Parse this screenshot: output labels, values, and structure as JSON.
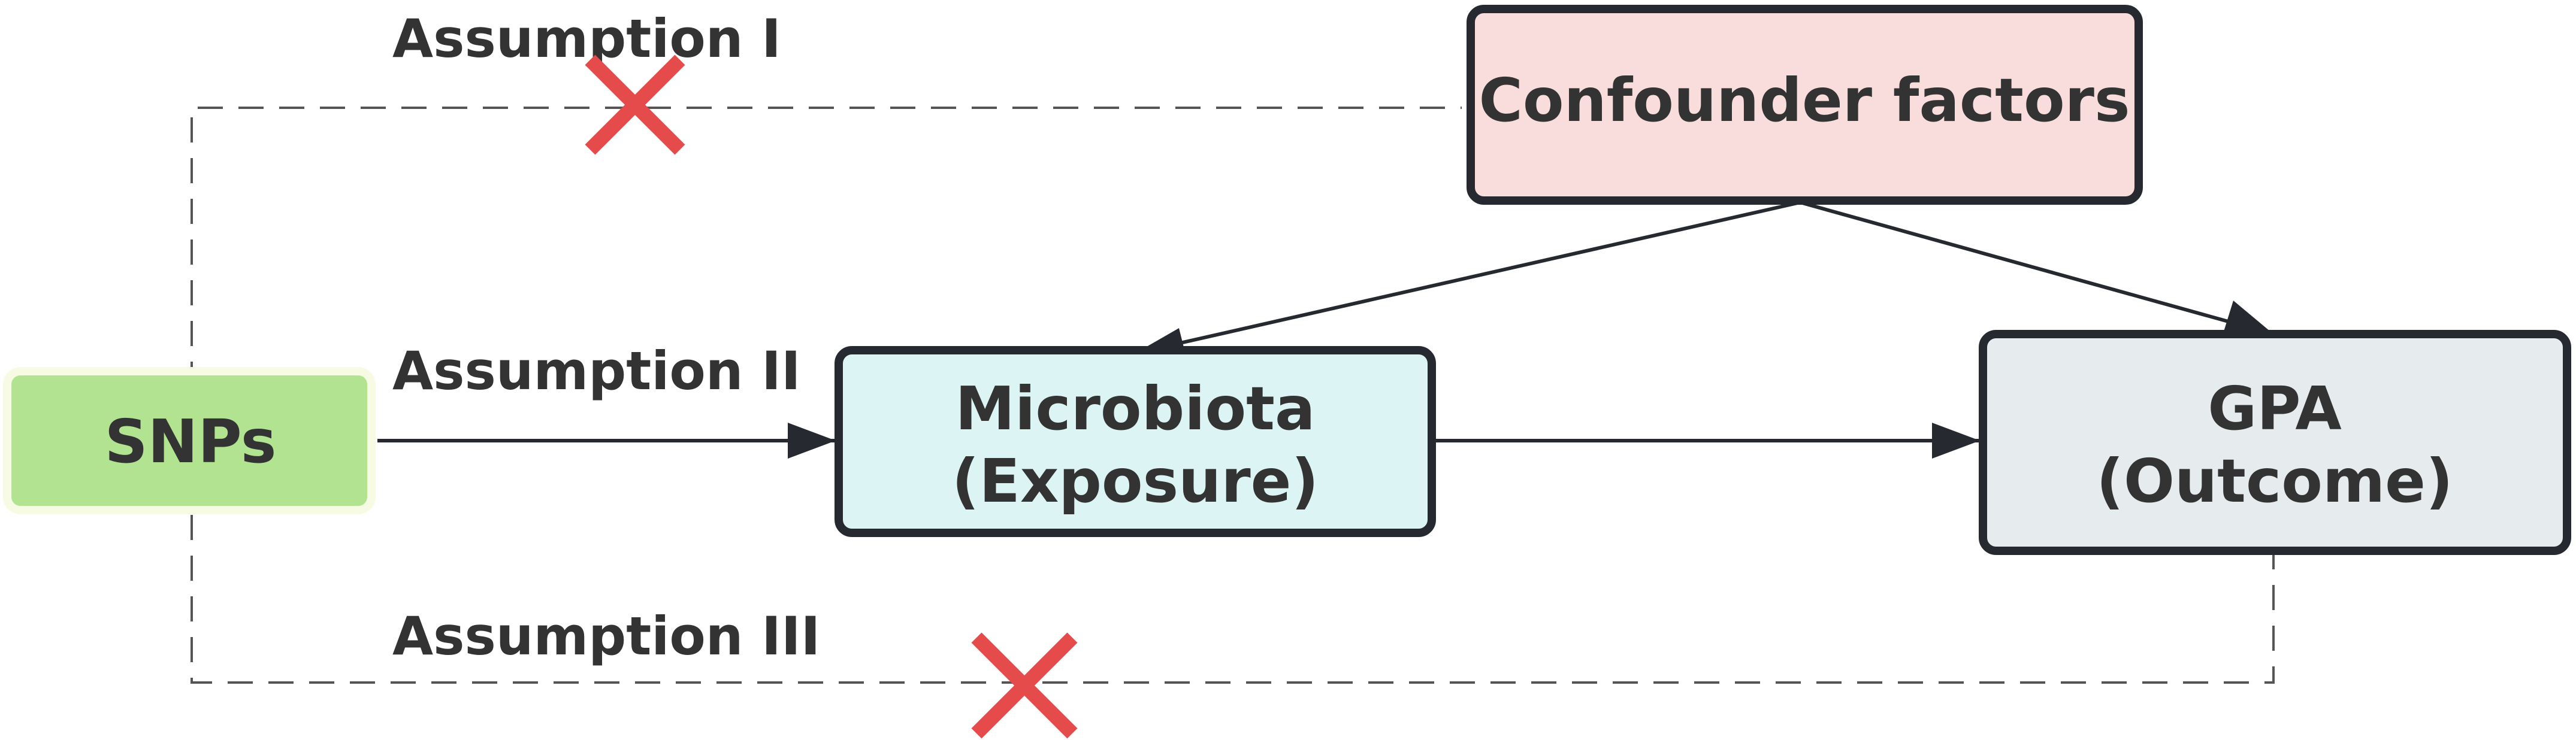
{
  "nodes": {
    "confounder": {
      "label": "Confounder factors",
      "fill": "#f9dcdc"
    },
    "snps": {
      "label": "SNPs",
      "fill": "#b2e391"
    },
    "microbiota": {
      "line1": "Microbiota",
      "line2": "(Exposure)",
      "fill": "#dcf4f4"
    },
    "gpa": {
      "line1": "GPA",
      "line2": "(Outcome)",
      "fill": "#e6ebee"
    }
  },
  "assumptions": {
    "one": "Assumption I",
    "two": "Assumption II",
    "three": "Assumption III"
  },
  "colors": {
    "stroke": "#262a30",
    "text": "#333333",
    "cross": "#e54b4b",
    "dash": "#555555"
  }
}
